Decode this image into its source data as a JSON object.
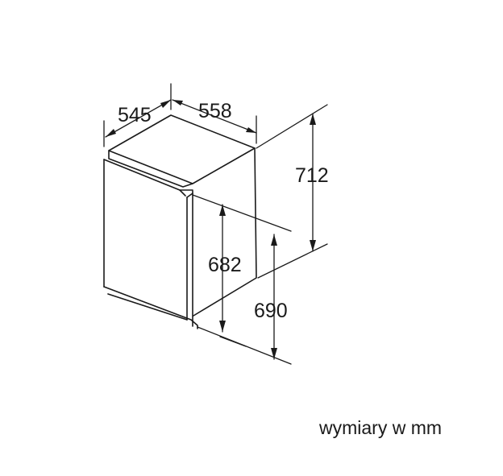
{
  "dimensions": {
    "depth": "545",
    "width": "558",
    "total_height": "712",
    "niche_height_min": "682",
    "niche_height_max": "690"
  },
  "caption": "wymiary w mm"
}
